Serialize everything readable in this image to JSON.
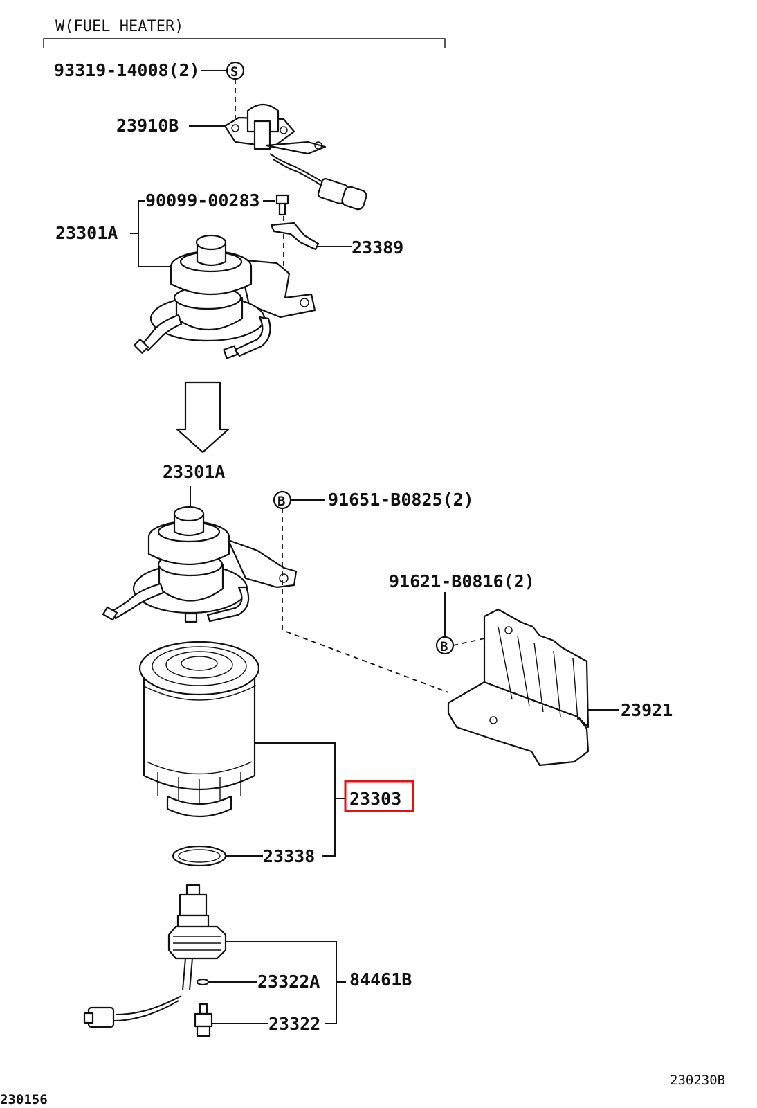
{
  "header": {
    "title": "W(FUEL HEATER)"
  },
  "callouts": {
    "screw": "93319-14008(2)",
    "heater_sensor": "23910B",
    "bolt_top": "90099-00283",
    "pump_top": "23301A",
    "clamp": "23389",
    "pump_bottom": "23301A",
    "bolt_b": "91651-B0825(2)",
    "bolt_bracket": "91621-B0816(2)",
    "bracket": "23921",
    "filter": "23303",
    "gasket": "23338",
    "oring": "23322A",
    "sensor_assy": "84461B",
    "plug": "23322"
  },
  "markers": {
    "s": "S",
    "b1": "B",
    "b2": "B"
  },
  "footer": {
    "left_ref": "230156",
    "right_ref": "230230B"
  },
  "highlight_color": "#e11111"
}
